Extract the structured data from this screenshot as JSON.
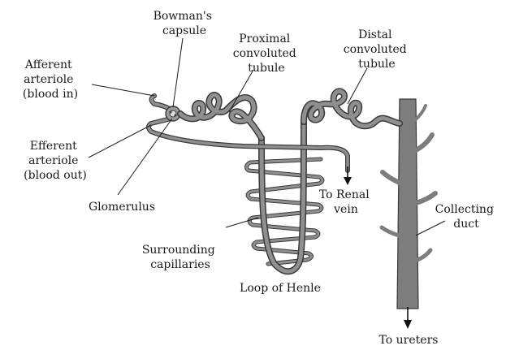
{
  "labels": {
    "bowmans_capsule": [
      "Bowman's",
      "capsule"
    ],
    "afferent_arteriole": [
      "Afferent",
      "arteriole",
      "(blood in)"
    ],
    "efferent_arteriole": [
      "Efferent",
      "arteriole",
      "(blood out)"
    ],
    "glomerulus": [
      "Glomerulus"
    ],
    "proximal_tubule": [
      "Proximal",
      "convoluted",
      "tubule"
    ],
    "distal_tubule": [
      "Distal",
      "convoluted",
      "tubule"
    ],
    "renal_vein": [
      "To Renal",
      "vein"
    ],
    "surrounding_capillaries": [
      "Surrounding",
      "capillaries"
    ],
    "loop_of_henle": [
      "Loop of Henle"
    ],
    "collecting_duct": [
      "Collecting",
      "duct"
    ],
    "to_ureters": [
      "To ureters"
    ]
  },
  "colors": {
    "tubule": "#8f8f8f",
    "outline": "#3a3a3a",
    "text": "#1a1a1a"
  }
}
